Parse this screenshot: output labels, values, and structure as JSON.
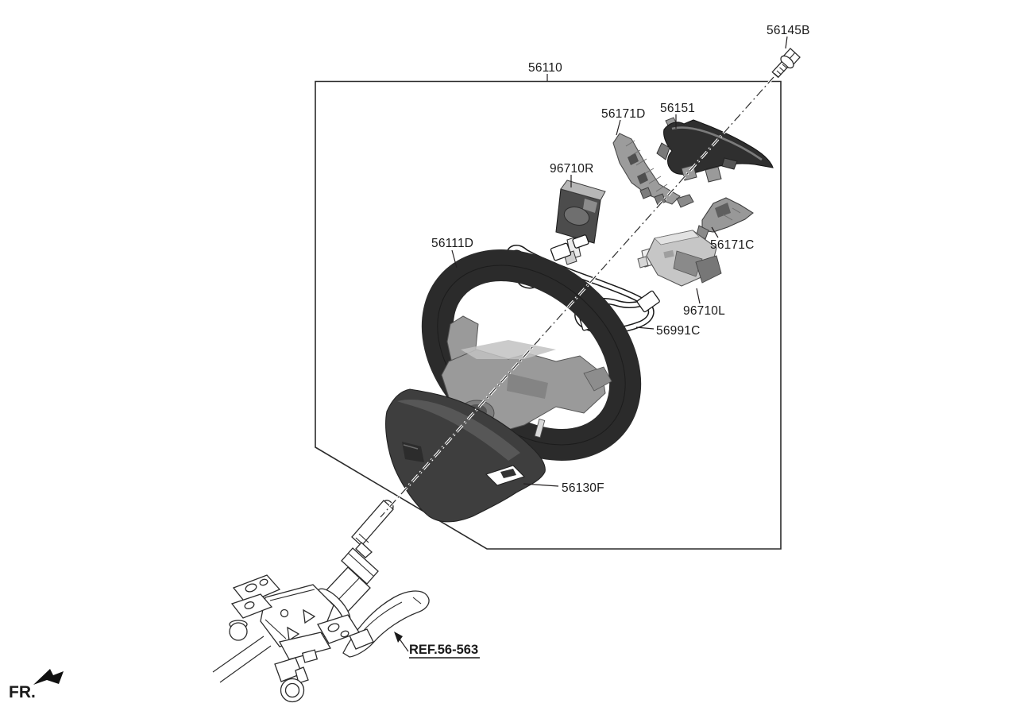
{
  "labels": {
    "c56110": "56110",
    "c56145B": "56145B",
    "c56171D": "56171D",
    "c56151": "56151",
    "c96710R": "96710R",
    "c56171C": "56171C",
    "c56111D": "56111D",
    "c96710L": "96710L",
    "c56991C": "56991C",
    "c56130F": "56130F",
    "ref": "REF.56-563",
    "fr": "FR."
  },
  "colors": {
    "background": "#ffffff",
    "line": "#231f20",
    "label_text": "#1a1a1a",
    "rim_dark": "#2b2b2b",
    "cover_dark": "#3e3e3e",
    "cover_light": "#5a5a5a",
    "armature_gray": "#9a9a9a",
    "bezel_dark": "#2f2f2f",
    "trim_gray": "#9c9c9c",
    "switch_dark": "#4c4c4c",
    "switch_light": "#c6c6c6"
  }
}
